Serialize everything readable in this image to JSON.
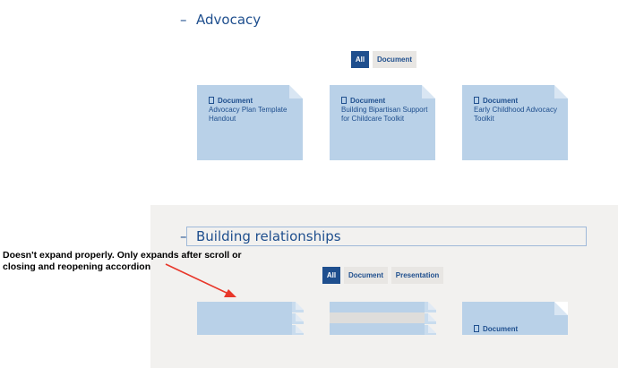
{
  "advocacy": {
    "title": "Advocacy",
    "toggle_icon": "minus-icon",
    "filters": [
      "All",
      "Document"
    ],
    "cards": [
      {
        "type": "Document",
        "icon": "document-icon",
        "title": "Advocacy Plan Template Handout"
      },
      {
        "type": "Document",
        "icon": "document-icon",
        "title": "Building Bipartisan Support for Childcare Toolkit"
      },
      {
        "type": "Document",
        "icon": "document-icon",
        "title": "Early Childhood Advocacy Toolkit"
      }
    ]
  },
  "building": {
    "title": "Building relationships",
    "toggle_icon": "minus-icon",
    "filters": [
      "All",
      "Document",
      "Presentation"
    ],
    "cards": [
      {
        "type": "",
        "title": ""
      },
      {
        "type": "",
        "title": ""
      },
      {
        "type": "Document",
        "icon": "document-icon",
        "title": ""
      }
    ]
  },
  "annotation": {
    "text": "Doesn't expand properly. Only expands after scroll or closing and reopening accordion",
    "arrow_color": "#e8372a"
  },
  "colors": {
    "brand_blue": "#1f4f8e",
    "card_blue": "#b9d1e8",
    "section_gray": "#f2f1ef"
  }
}
